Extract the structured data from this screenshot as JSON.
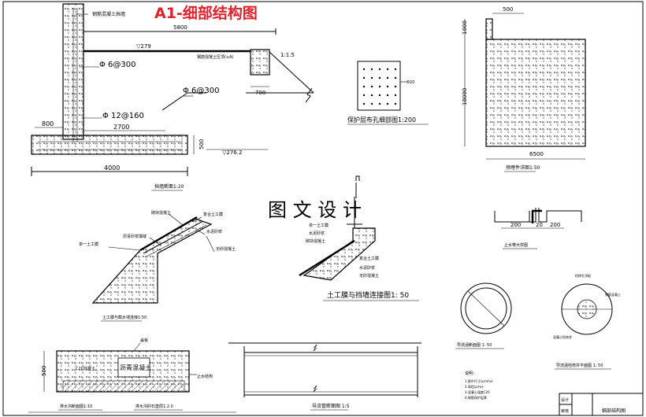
{
  "title_top": "A1-细部结构图",
  "watermark": "图 文 设 计",
  "retaining_wall": {
    "label_top": "钢筋混凝土挡墙",
    "dim_5800": "5800",
    "dim_279": "▽279",
    "rebar_1": "Φ 6@300",
    "rebar_2": "Φ 6@300",
    "rebar_3": "Φ 12@160",
    "dim_800": "800",
    "dim_2700": "2700",
    "dim_500": "500",
    "dim_4000": "4000",
    "dim_2762": "▽276.2",
    "dim_700": "700",
    "slope": "1:1.5",
    "callout": "钢筋混凝土压顶(≥A)",
    "caption": "挡墙断面1:20"
  },
  "hole_detail": {
    "caption": "保护层布孔细部图1:200",
    "note": "Φ20"
  },
  "plate": {
    "dim_500": "500",
    "dim_1000": "1000",
    "dim_10000": "10000",
    "dim_6500": "6500",
    "caption": "预埋件详图1:50"
  },
  "slope_section": {
    "labels": [
      "砌块混凝土",
      "复合土工膜",
      "沥青砂浆填缝",
      "水泥砂浆",
      "单一土工膜",
      "无砂混凝土"
    ],
    "caption": "土工膜与截水墙连接1:50"
  },
  "geomembrane": {
    "labels": [
      "单一土工膜",
      "水泥砂浆",
      "砌块混凝土",
      "复合土工膜",
      "水泥砂浆",
      "无砂混凝土"
    ],
    "caption": "土工膜与挡墙连接图1: 50"
  },
  "water_stop": {
    "dim_200a": "200",
    "dim_200b": "200",
    "dim_20": "20",
    "caption": "止水带大样图"
  },
  "canal": {
    "dim_500": "500",
    "label_a": "盖板",
    "label_b": "沥青混凝土",
    "label_c": "止水结构",
    "label_d": "C20混凝土",
    "caption_a": "排水沟断面图1:10",
    "caption_b": "排水沟砂石垫层1:2.0"
  },
  "pipe_section": {
    "caption": "导流管断面图 1:5"
  },
  "circle_a": {
    "caption": "导流涵断面图 1: 50"
  },
  "circle_b": {
    "labels": [
      "检修孔顶板",
      "混凝土检修井",
      "钢筋混凝土"
    ],
    "caption": "导流涵检修井平面图 1: 50"
  },
  "notes": {
    "title": "说明：",
    "items": [
      "1.图中尺寸以mm计",
      "2.高程以m计",
      "3.混凝土强度C25",
      "4.钢筋保护层厚"
    ]
  },
  "title_block": {
    "cell_a": "设计",
    "cell_b": "审核",
    "name": "细部结构图"
  }
}
